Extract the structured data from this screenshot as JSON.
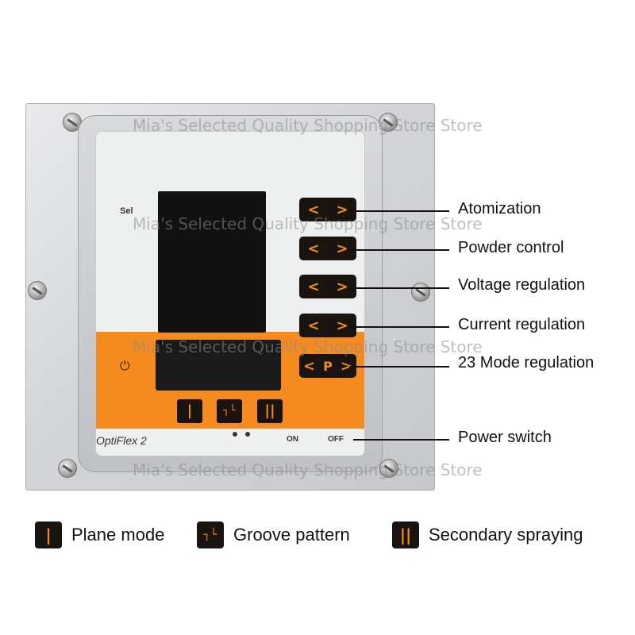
{
  "watermark": "Mia's Selected Quality Shopping Store Store",
  "panel": {
    "sel_label": "Sel",
    "brand": "OptiFlex 2",
    "on_label": "ON",
    "off_label": "OFF",
    "power_icon": "power-icon",
    "mode_buttons": [
      "|",
      "┐└",
      "||"
    ]
  },
  "callouts": [
    {
      "label": "Atomization"
    },
    {
      "label": "Powder control"
    },
    {
      "label": "Voltage regulation"
    },
    {
      "label": "Current regulation"
    },
    {
      "label": "23 Mode regulation"
    },
    {
      "label": "Power switch"
    }
  ],
  "arrow_buttons": [
    {
      "left": "<",
      "right": ">"
    },
    {
      "left": "<",
      "right": ">"
    },
    {
      "left": "<",
      "right": ">"
    },
    {
      "left": "<",
      "right": ">"
    },
    {
      "left": "<",
      "middle": "P",
      "right": ">"
    }
  ],
  "legend": [
    {
      "icon": "|",
      "label": "Plane mode"
    },
    {
      "icon": "┐└",
      "label": "Groove pattern"
    },
    {
      "icon": "||",
      "label": "Secondary spraying"
    }
  ],
  "colors": {
    "accent": "#f58a1f",
    "button": "#1a1410"
  }
}
